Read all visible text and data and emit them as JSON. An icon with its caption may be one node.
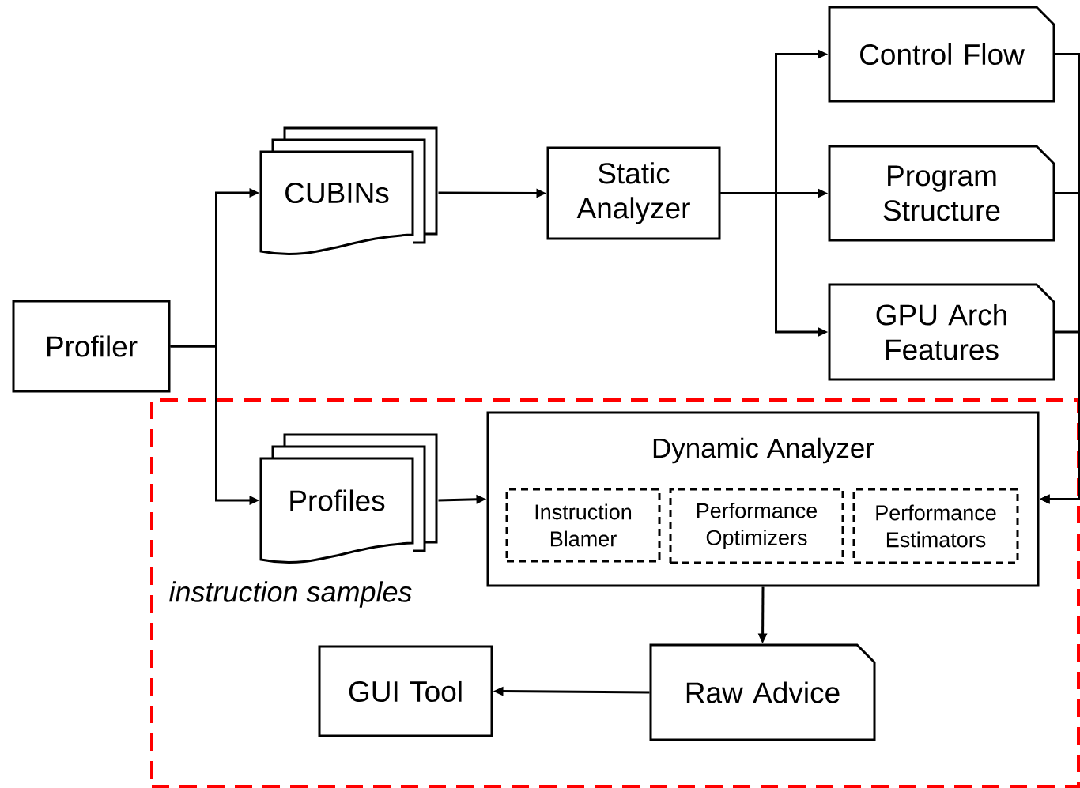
{
  "diagram": {
    "nodes": [
      {
        "text": [
          "Profiler"
        ]
      },
      {
        "text": [
          "CUBINs"
        ]
      },
      {
        "text": [
          "Static Analyzer"
        ]
      },
      {
        "text": [
          "Control Flow"
        ]
      },
      {
        "text": [
          "Program Structure"
        ]
      },
      {
        "text": [
          "GPU Arch Features"
        ]
      },
      {
        "text": [],
        "shape": "box"
      },
      {
        "text": [
          "Profiles"
        ],
        "in": 6,
        "beside": [
          "instruction samples"
        ]
      },
      {
        "text": [
          "Dynamic Analyzer"
        ],
        "in": 6
      },
      {
        "text": [
          "Instruction Blamer"
        ],
        "in": 8
      },
      {
        "text": [
          "Performance Optimizers"
        ],
        "in": 8
      },
      {
        "text": [
          "Performance Estimators"
        ],
        "in": 8
      },
      {
        "text": [
          "Raw Advice"
        ],
        "in": 6
      },
      {
        "text": [
          "GUI Tool"
        ],
        "in": 6
      }
    ],
    "edges": [
      {
        "from": 0,
        "to": 1,
        "arrow": "to"
      },
      {
        "from": 0,
        "to": 7,
        "arrow": "to"
      },
      {
        "from": 1,
        "to": 2,
        "arrow": "to"
      },
      {
        "from": 2,
        "to": 3,
        "arrow": "to"
      },
      {
        "from": 2,
        "to": 4,
        "arrow": "to"
      },
      {
        "from": 2,
        "to": 5,
        "arrow": "to"
      },
      {
        "from": 3,
        "to": 8,
        "arrow": "to"
      },
      {
        "from": 4,
        "to": 8,
        "arrow": "to"
      },
      {
        "from": 5,
        "to": 8,
        "arrow": "to"
      },
      {
        "from": 7,
        "to": 8,
        "arrow": "to"
      },
      {
        "from": 8,
        "to": 12,
        "arrow": "to"
      },
      {
        "from": 12,
        "to": 13,
        "arrow": "to"
      }
    ]
  }
}
